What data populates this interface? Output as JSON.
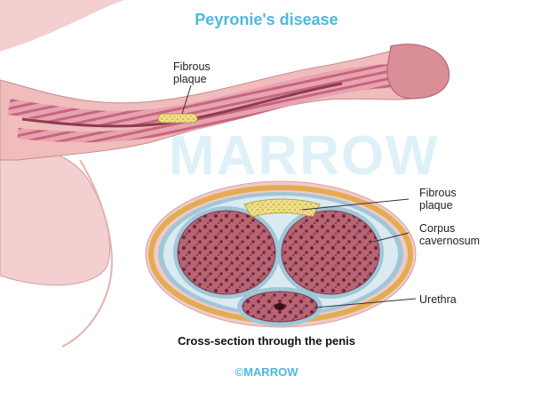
{
  "title": "Peyronie's disease",
  "labels": {
    "plaque_top": [
      "Fibrous",
      "plaque"
    ],
    "plaque_right": [
      "Fibrous",
      "plaque"
    ],
    "corpus": [
      "Corpus",
      "cavernosum"
    ],
    "urethra": "Urethra"
  },
  "caption": "Cross-section through the penis",
  "footer": "©MARROW",
  "watermark": "MARROW",
  "colors": {
    "title": "#4fb7df",
    "skin": "#f2c4c4",
    "tissue": "#b35a6b",
    "plaque": "#e8d56a",
    "fascia": "#9fc7d8"
  }
}
